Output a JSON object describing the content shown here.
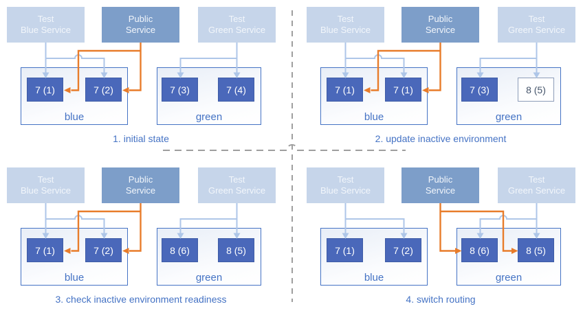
{
  "colors": {
    "test_service_fill": "#C6D5EA",
    "public_service_fill": "#7D9EC9",
    "service_text": "#F2F6FB",
    "instance_fill": "#4A68BA",
    "instance_border": "#3E5CA6",
    "instance_text": "#FFFFFF",
    "new_instance_fill": "#FFFFFF",
    "new_instance_border": "#8C9CB8",
    "new_instance_text": "#44546A",
    "environment_border": "#4472C4",
    "environment_label_text": "#4472C4",
    "caption_text": "#4472C4",
    "test_route_arrow": "#AEC6E8",
    "public_route_arrow": "#E87C2A",
    "divider_dash": "#9E9E9E"
  },
  "quadrants": [
    {
      "caption": "1. initial state",
      "public_route": "blue",
      "services": [
        {
          "label": "Test\nBlue Service"
        },
        {
          "label": "Public\nService"
        },
        {
          "label": "Test\nGreen Service"
        }
      ],
      "environments": [
        {
          "name": "blue",
          "instances": [
            {
              "label": "7 (1)",
              "state": "active"
            },
            {
              "label": "7 (2)",
              "state": "active"
            }
          ]
        },
        {
          "name": "green",
          "instances": [
            {
              "label": "7 (3)",
              "state": "active"
            },
            {
              "label": "7 (4)",
              "state": "active"
            }
          ]
        }
      ]
    },
    {
      "caption": "2. update inactive environment",
      "public_route": "blue",
      "services": [
        {
          "label": "Test\nBlue Service"
        },
        {
          "label": "Public\nService"
        },
        {
          "label": "Test\nGreen Service"
        }
      ],
      "environments": [
        {
          "name": "blue",
          "instances": [
            {
              "label": "7 (1)",
              "state": "active"
            },
            {
              "label": "7 (1)",
              "state": "active"
            }
          ]
        },
        {
          "name": "green",
          "instances": [
            {
              "label": "7 (3)",
              "state": "active"
            },
            {
              "label": "8 (5)",
              "state": "new"
            }
          ]
        }
      ]
    },
    {
      "caption": "3. check inactive environment readiness",
      "public_route": "blue",
      "services": [
        {
          "label": "Test\nBlue Service"
        },
        {
          "label": "Public\nService"
        },
        {
          "label": "Test\nGreen Service"
        }
      ],
      "environments": [
        {
          "name": "blue",
          "instances": [
            {
              "label": "7 (1)",
              "state": "active"
            },
            {
              "label": "7 (2)",
              "state": "active"
            }
          ]
        },
        {
          "name": "green",
          "instances": [
            {
              "label": "8 (6)",
              "state": "active"
            },
            {
              "label": "8 (5)",
              "state": "active"
            }
          ]
        }
      ]
    },
    {
      "caption": "4. switch routing",
      "public_route": "green",
      "services": [
        {
          "label": "Test\nBlue Service"
        },
        {
          "label": "Public\nService"
        },
        {
          "label": "Test\nGreen Service"
        }
      ],
      "environments": [
        {
          "name": "blue",
          "instances": [
            {
              "label": "7 (1)",
              "state": "active"
            },
            {
              "label": "7 (2)",
              "state": "active"
            }
          ]
        },
        {
          "name": "green",
          "instances": [
            {
              "label": "8 (6)",
              "state": "active"
            },
            {
              "label": "8 (5)",
              "state": "active"
            }
          ]
        }
      ]
    }
  ]
}
